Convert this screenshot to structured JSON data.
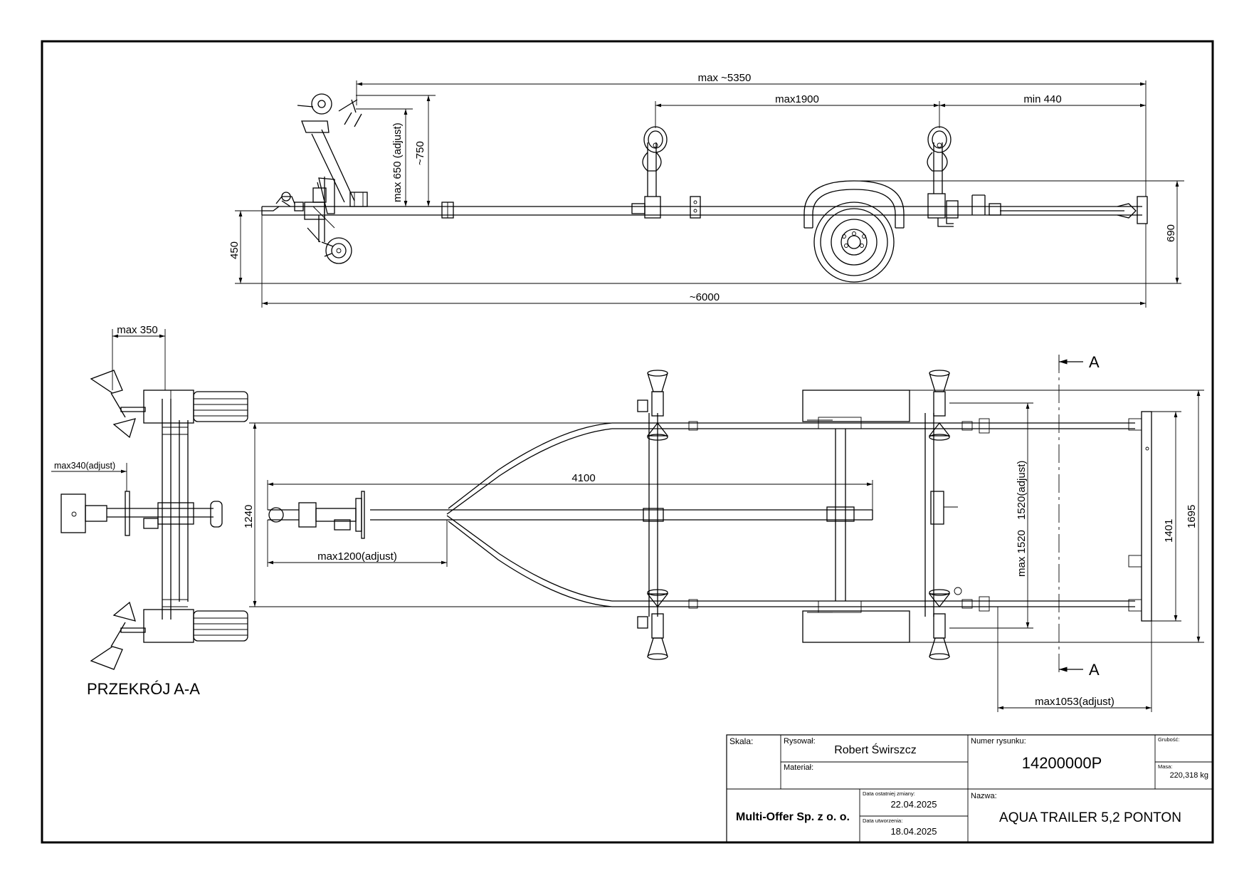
{
  "dimensions": {
    "max_5350": "max ~5350",
    "max1900": "max1900",
    "min440": "min 440",
    "max650": "max 650 (adjust)",
    "approx750": "~750",
    "h450": "450",
    "h690": "690",
    "approx6000": "~6000",
    "max350": "max 350",
    "max340": "max340(adjust)",
    "d1240": "1240",
    "d4100": "4100",
    "max1200": "max1200(adjust)",
    "max1520a": "max 1520",
    "max1520b": "1520(adjust)",
    "d1401": "1401",
    "d1695": "1695",
    "max1053": "max1053(adjust)"
  },
  "section_marker": "A",
  "section_label": "PRZEKRÓJ  A-A",
  "title_block": {
    "scale_label": "Skala:",
    "drawn_label": "Rysował:",
    "drawn_value": "Robert Świrszcz",
    "material_label": "Materiał:",
    "drawing_no_label": "Numer rysunku:",
    "drawing_no_value": "14200000P",
    "thickness_label": "Grubość:",
    "mass_label": "Masa:",
    "mass_value": "220,318 kg",
    "company": "Multi-Offer Sp. z o. o.",
    "last_change_label": "Data ostatniej zmiany:",
    "last_change_value": "22.04.2025",
    "created_label": "Data utworzenia:",
    "created_value": "18.04.2025",
    "name_label": "Nazwa:",
    "name_value": "AQUA TRAILER 5,2 PONTON"
  }
}
